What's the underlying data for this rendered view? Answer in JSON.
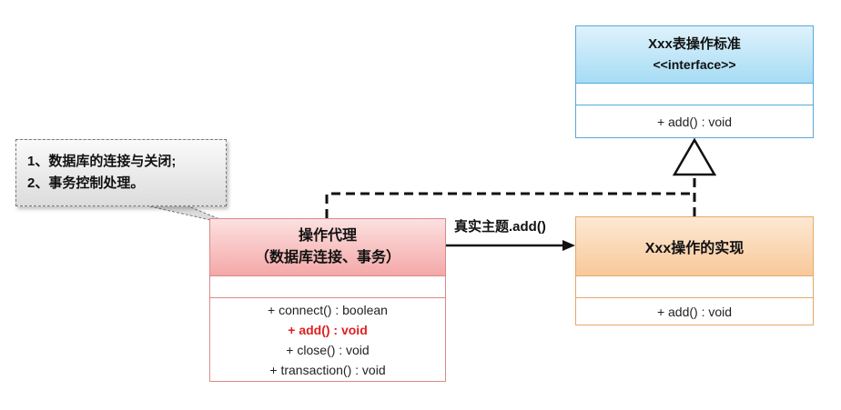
{
  "interface_box": {
    "title": "Xxx表操作标准",
    "stereotype": "<<interface>>",
    "operations": [
      "+ add() : void"
    ]
  },
  "proxy_box": {
    "title": "操作代理",
    "subtitle": "（数据库连接、事务）",
    "operations": [
      {
        "text": "+ connect() : boolean",
        "highlight": false
      },
      {
        "text": "+ add() : void",
        "highlight": true
      },
      {
        "text": "+ close() : void",
        "highlight": false
      },
      {
        "text": "+ transaction() : void",
        "highlight": false
      }
    ]
  },
  "real_box": {
    "title": "Xxx操作的实现",
    "operations": [
      "+ add() : void"
    ]
  },
  "note": {
    "lines": [
      "1、数据库的连接与关闭;",
      "2、事务控制处理。"
    ]
  },
  "association_label": "真实主题.add()",
  "colors": {
    "interface_fill": "#a6dcf4",
    "proxy_fill": "#f4a8a8",
    "real_fill": "#f8c999",
    "highlight_text": "#e02020"
  }
}
